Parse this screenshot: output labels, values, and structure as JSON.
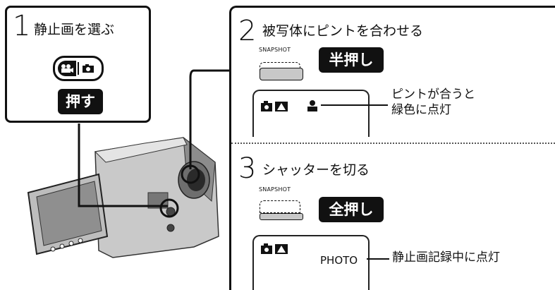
{
  "step1": {
    "number": "1",
    "title": "静止画を選ぶ",
    "press_label": "押す"
  },
  "step2": {
    "number": "2",
    "title": "被写体にピントを合わせる",
    "button_caption": "SNAPSHOT",
    "press_label": "半押し",
    "note_line1": "ピントが合うと",
    "note_line2": "緑色に点灯"
  },
  "step3": {
    "number": "3",
    "title": "シャッターを切る",
    "button_caption": "SNAPSHOT",
    "press_label": "全押し",
    "lcd_text": "PHOTO",
    "note": "静止画記録中に点灯"
  },
  "icons": {
    "mode_switch": "video-still-mode-switch-icon",
    "camera": "camera-icon",
    "auto": "auto-mode-icon",
    "focus": "focus-indicator-icon"
  },
  "colors": {
    "ink": "#111111",
    "paper": "#ffffff",
    "camera_body": "#9a9a9a"
  }
}
